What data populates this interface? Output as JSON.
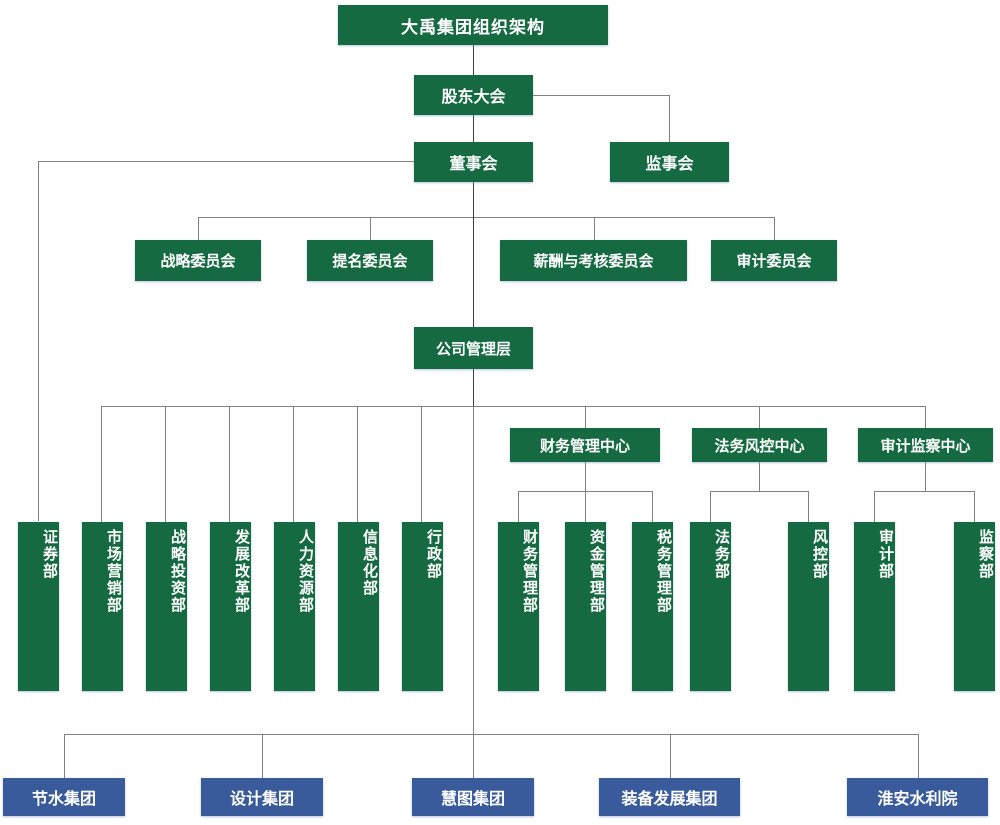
{
  "title": {
    "label": "大禹集团组织架构"
  },
  "governance": {
    "shareholders": "股东大会",
    "board": "董事会",
    "supervisors": "监事会"
  },
  "committees": [
    {
      "label": "战略委员会"
    },
    {
      "label": "提名委员会"
    },
    {
      "label": "薪酬与考核委员会"
    },
    {
      "label": "审计委员会"
    }
  ],
  "management": {
    "label": "公司管理层"
  },
  "centers": [
    {
      "label": "财务管理中心"
    },
    {
      "label": "法务风控中心"
    },
    {
      "label": "审计监察中心"
    }
  ],
  "departments": [
    {
      "label": "证券部"
    },
    {
      "label": "市场营销部"
    },
    {
      "label": "战略投资部"
    },
    {
      "label": "发展改革部"
    },
    {
      "label": "人力资源部"
    },
    {
      "label": "信息化部"
    },
    {
      "label": "行政部"
    },
    {
      "label": "财务管理部"
    },
    {
      "label": "资金管理部"
    },
    {
      "label": "税务管理部"
    },
    {
      "label": "法务部"
    },
    {
      "label": "风控部"
    },
    {
      "label": "审计部"
    },
    {
      "label": "监察部"
    }
  ],
  "subsidiaries": [
    {
      "label": "节水集团"
    },
    {
      "label": "设计集团"
    },
    {
      "label": "慧图集团"
    },
    {
      "label": "装备发展集团"
    },
    {
      "label": "淮安水利院"
    }
  ],
  "colors": {
    "green": "#166A41",
    "blue": "#3A5B9B",
    "connector": "#7d8084",
    "text": "#ffffff",
    "background": "#ffffff"
  }
}
